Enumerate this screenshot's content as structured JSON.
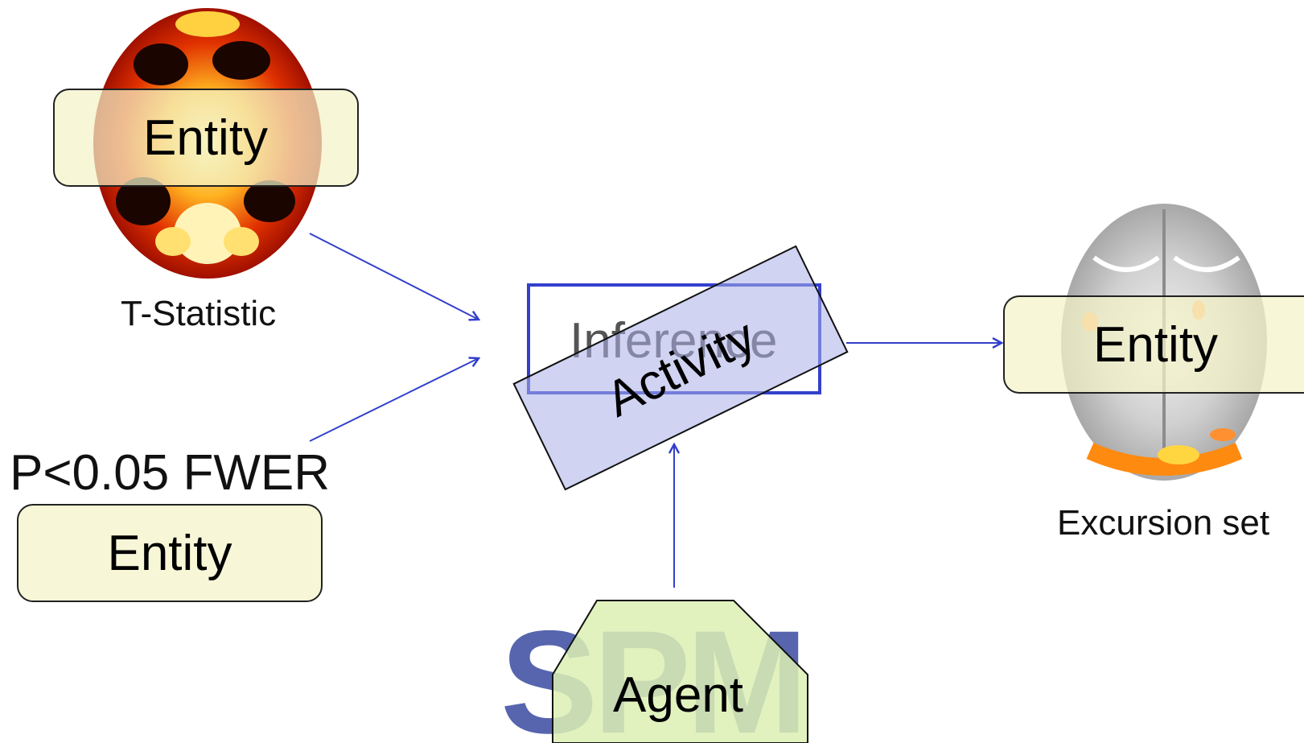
{
  "captions": {
    "t_statistic": "T-Statistic",
    "threshold": "P<0.05 FWER",
    "excursion_set": "Excursion set"
  },
  "nodes": {
    "entity_top": "Entity",
    "entity_bottom": "Entity",
    "entity_right": "Entity",
    "inference": "Inference",
    "activity": "Activity",
    "agent": "Agent"
  },
  "logo": {
    "text": "SPM"
  },
  "colors": {
    "entity_fill": "#f4f2c8",
    "agent_fill": "#dcf0b4",
    "activity_fill": "#aaafe6",
    "arrow": "#3340cc",
    "spm_logo": "#3a4aa0"
  },
  "icons": {
    "t_statistic_map": "brain-heatmap-icon",
    "excursion_set_map": "brain-excursion-icon"
  }
}
